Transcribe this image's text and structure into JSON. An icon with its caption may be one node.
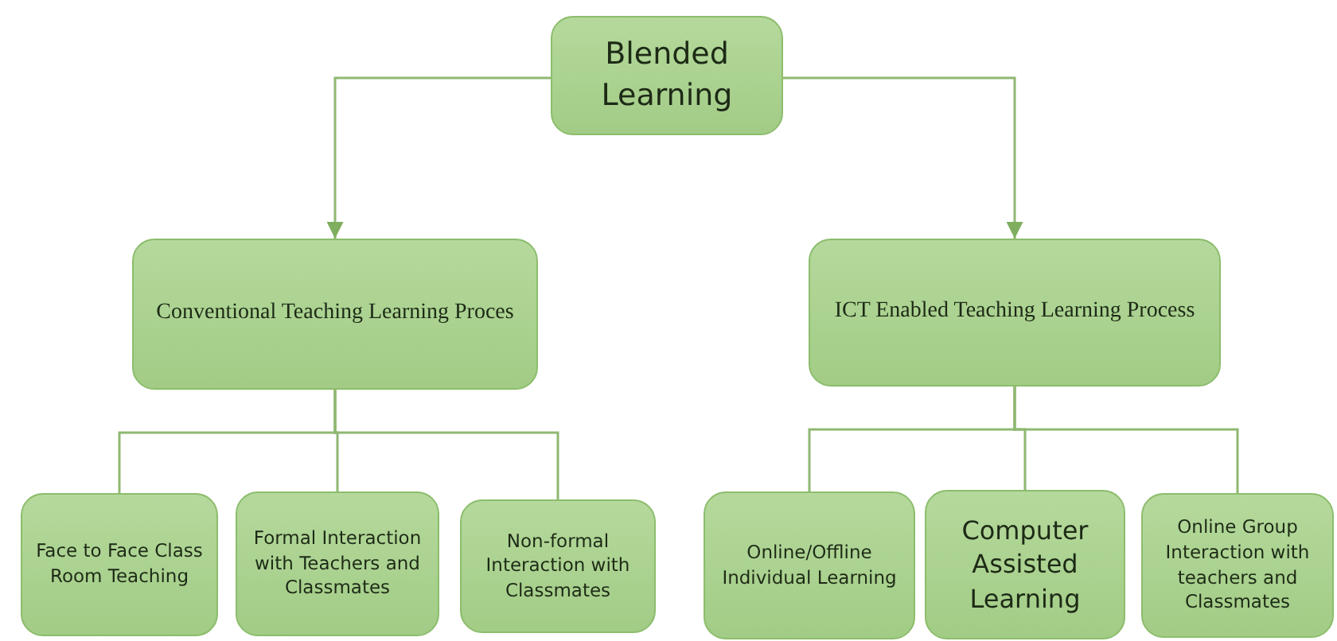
{
  "diagram": {
    "nodes": [
      {
        "text": [
          "Blended Learning"
        ]
      },
      {
        "text": [
          "Conventional Teaching Learning Proces"
        ]
      },
      {
        "text": [
          "ICT Enabled Teaching Learning Process"
        ]
      },
      {
        "text": [
          "Face to Face Class Room Teaching"
        ]
      },
      {
        "text": [
          "Formal Interaction with Teachers and Classmates"
        ]
      },
      {
        "text": [
          "Non-formal Interaction with Classmates"
        ]
      },
      {
        "text": [
          "Online/Offline Individual Learning"
        ]
      },
      {
        "text": [
          "Computer Assisted Learning"
        ]
      },
      {
        "text": [
          "Online Group Interaction with teachers and Classmates"
        ]
      }
    ],
    "edges": [
      {
        "from": 0,
        "to": 1,
        "arrow": "to"
      },
      {
        "from": 0,
        "to": 2,
        "arrow": "to"
      },
      {
        "from": 1,
        "to": 3,
        "arrow": "none"
      },
      {
        "from": 1,
        "to": 4,
        "arrow": "none"
      },
      {
        "from": 1,
        "to": 5,
        "arrow": "none"
      },
      {
        "from": 2,
        "to": 6,
        "arrow": "none"
      },
      {
        "from": 2,
        "to": 7,
        "arrow": "none"
      },
      {
        "from": 2,
        "to": 8,
        "arrow": "none"
      }
    ]
  }
}
